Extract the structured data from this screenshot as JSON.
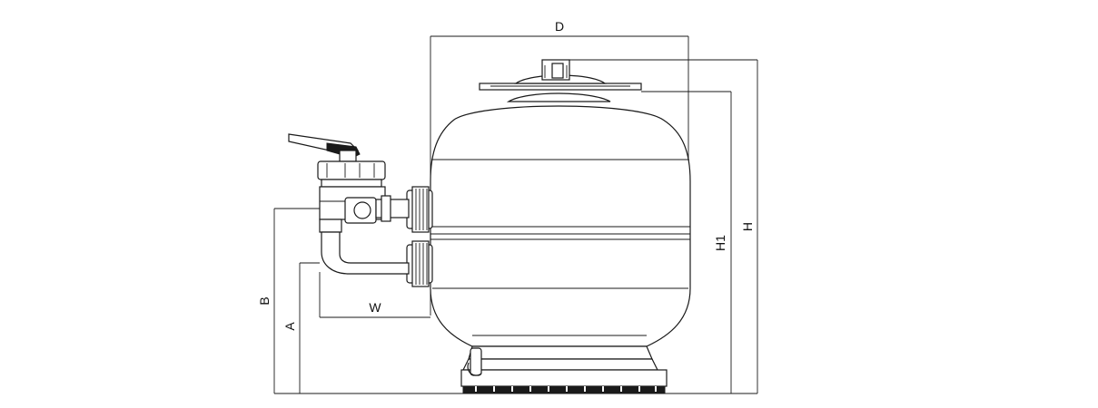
{
  "dimensions": {
    "D": "D",
    "H": "H",
    "H1": "H1",
    "A": "A",
    "B": "B",
    "W": "W"
  },
  "colors": {
    "line": "#1a1a1a",
    "background": "#ffffff"
  }
}
